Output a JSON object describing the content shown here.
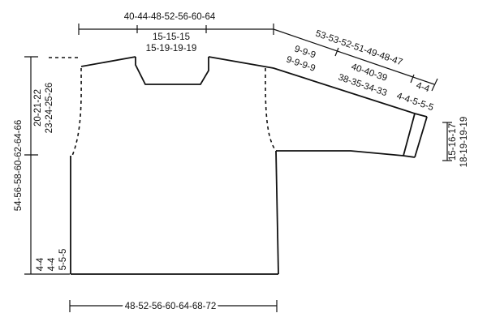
{
  "labels": {
    "top_width": "40-44-48-52-56-60-64",
    "neck_width_1": "15-15-15",
    "neck_width_2": "15-19-19-19",
    "sleeve_total": "53-53-52-51-49-48-47",
    "sleeve_a1": "9-9-9",
    "sleeve_a2": "9-9-9-9",
    "sleeve_b1": "40-40-39",
    "sleeve_b2": "38-35-34-33",
    "sleeve_c1": "4-4",
    "sleeve_c2": "4-4-5-5-5",
    "cuff_1": "15-16-17",
    "cuff_2": "18-19-19-19",
    "armhole_1": "20-21-22",
    "armhole_2": "23-24-25-26",
    "total_length": "54-56-58-60-62-64-66",
    "hem_1": "4-4",
    "hem_2": "4-4",
    "hem_3": "5-5-5",
    "bottom_width": "48-52-56-60-64-68-72"
  }
}
